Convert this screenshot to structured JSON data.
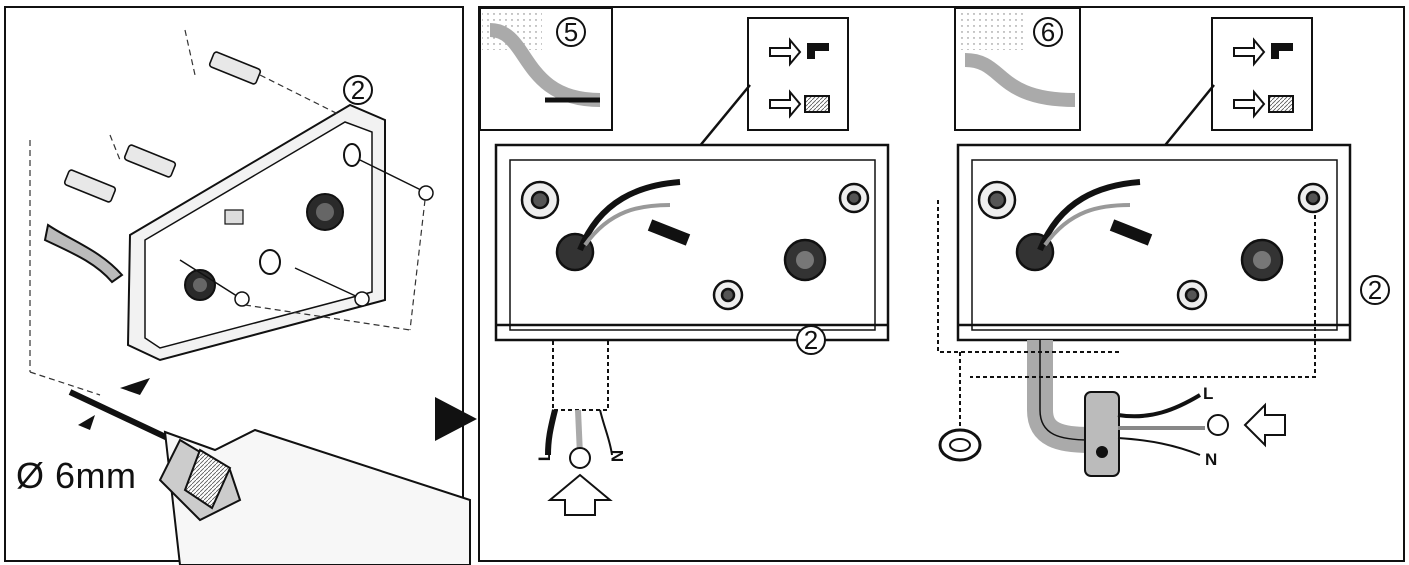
{
  "drill": {
    "diameter_label": "Ø 6mm"
  },
  "callouts": {
    "base_part": "2",
    "step_a": "5",
    "step_b": "6"
  },
  "wiring": {
    "live": "L",
    "neutral": "N"
  },
  "colors": {
    "line": "#111111",
    "fill_light": "#e6e6e6",
    "fill_mid": "#b5b5b5",
    "fill_dark": "#3a3a3a"
  }
}
